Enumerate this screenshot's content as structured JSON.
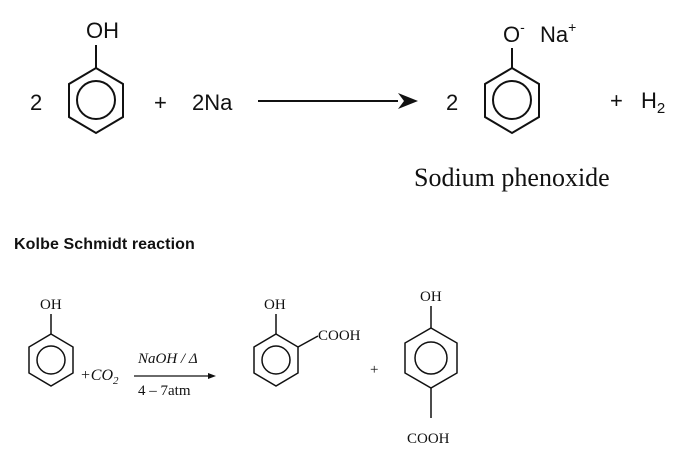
{
  "reaction1": {
    "coef_reactant": "2",
    "oh_label": "OH",
    "plus1": "+",
    "sodium": "2Na",
    "coef_product": "2",
    "phenoxide_anion": "O",
    "anion_charge": "-",
    "cation": "Na",
    "cation_charge": "+",
    "plus2": "+",
    "h2_h": "H",
    "h2_sub": "2",
    "product_name": "Sodium phenoxide"
  },
  "section_heading": "Kolbe Schmidt reaction",
  "reaction2": {
    "oh_reactant": "OH",
    "plus_co2": "+CO",
    "co2_sub": "2",
    "conditions_top": "NaOH / Δ",
    "conditions_bottom": "4 – 7atm",
    "oh_salicylic": "OH",
    "cooh_salicylic": "COOH",
    "plus_products": "+",
    "oh_para": "OH",
    "cooh_para": "COOH"
  }
}
